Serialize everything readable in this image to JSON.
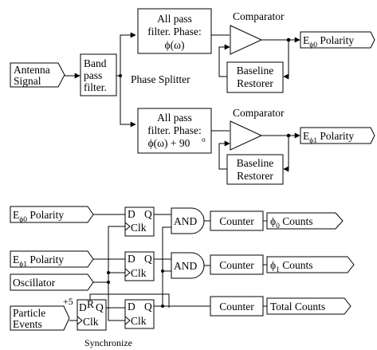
{
  "signal_path": {
    "antenna": [
      "Antenna",
      "Signal"
    ],
    "bandpass": [
      "Band",
      "pass",
      "filter."
    ],
    "splitter": "Phase Splitter",
    "filter0": [
      "All pass",
      "filter. Phase:",
      "ϕ(ω)"
    ],
    "filter1": [
      "All pass",
      "filter. Phase:",
      "ϕ(ω) + 90"
    ],
    "filter1_sup": "o",
    "comparator0": "Comparator",
    "comparator1": "Comparator",
    "restorer0": [
      "Baseline",
      "Restorer"
    ],
    "restorer1": [
      "Baseline",
      "Restorer"
    ],
    "out0": {
      "main": "E",
      "sub": "ϕ0",
      "tail": " Polarity"
    },
    "out1": {
      "main": "E",
      "sub": "ϕ1",
      "tail": " Polarity"
    }
  },
  "logic": {
    "in0": {
      "main": "E",
      "sub": "ϕ0",
      "tail": " Polarity"
    },
    "in1": {
      "main": "E",
      "sub": "ϕ1",
      "tail": " Polarity"
    },
    "oscillator": "Oscillator",
    "particles": [
      "Particle",
      "Events"
    ],
    "plus5": "+5",
    "ff": {
      "d": "D",
      "q": "Q",
      "clk": "Clk"
    },
    "sync_ff": {
      "d": "D",
      "r": "R",
      "q": "Q",
      "clk": "Clk"
    },
    "and_label": "AND",
    "counter_label": "Counter",
    "count0": {
      "main": "ϕ",
      "sub": "0",
      "tail": " Counts"
    },
    "count1": {
      "main": "ϕ",
      "sub": "1",
      "tail": " Counts"
    },
    "count_total": "Total Counts",
    "synchronize": "Synchronize"
  }
}
